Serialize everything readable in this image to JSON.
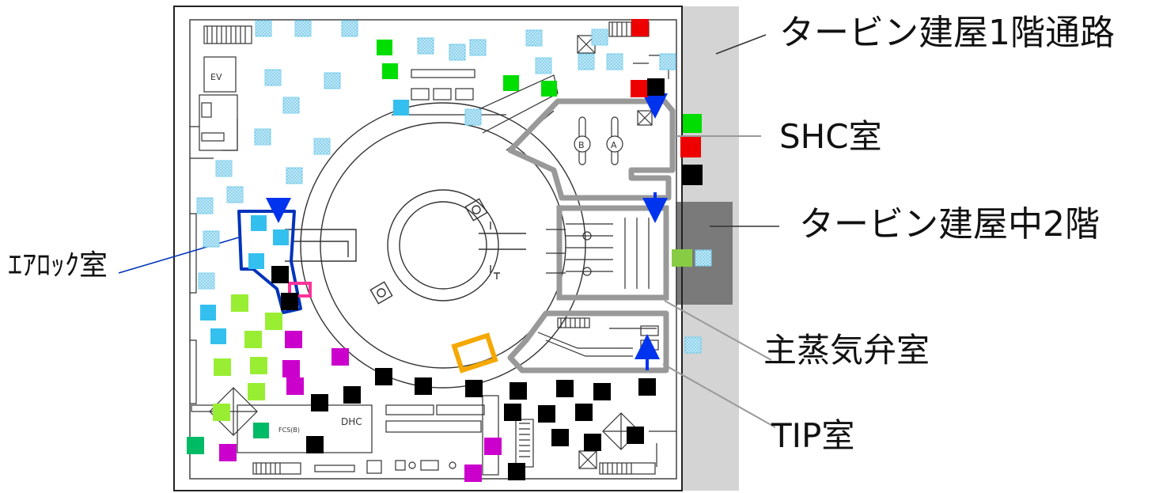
{
  "labels": {
    "corridor": "タービン建屋1階通路",
    "shc": "SHC室",
    "mezzanine": "タービン建屋中2階",
    "airlock": "ｴｱﾛｯｸ室",
    "msv": "主蒸気弁室",
    "tip": "TIP室"
  },
  "plan_text": {
    "ev": "EV",
    "dhc": "DHC",
    "fcs": "FCS(B)",
    "valve_a": "A",
    "valve_b": "B"
  },
  "colors": {
    "light_blue_dotted": "#9ad8f0",
    "cyan": "#33c0ee",
    "green": "#00dd00",
    "lime": "#99ee33",
    "red": "#ee0000",
    "black": "#000000",
    "magenta": "#cc00cc",
    "dark_green": "#00bb66",
    "arrow_blue": "#0033ee",
    "gray_outline": "#999999",
    "orange": "#f5a800",
    "pink": "#ff3399"
  }
}
